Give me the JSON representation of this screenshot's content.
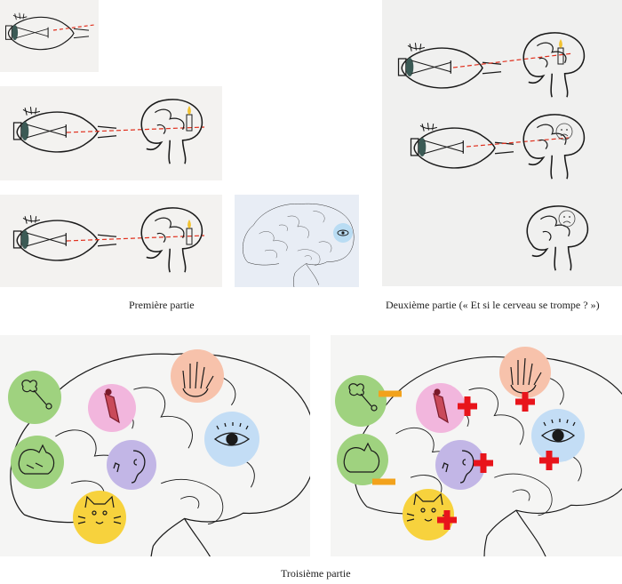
{
  "captions": {
    "part1": "Première partie",
    "part2": "Deuxième partie (« Et si le cerveau se trompe ? »)",
    "part3": "Troisième partie"
  },
  "colors": {
    "panel_bg": "#f3f2f0",
    "ink": "#1a1a1a",
    "light_ray": "#e0301e",
    "flame": "#f2c230",
    "plus": "#e8141b",
    "minus": "#f2a21c",
    "disc_green": "#9fd27f",
    "disc_pink": "#f2b6dd",
    "disc_peach": "#f7c2ab",
    "disc_blue": "#c3ddf5",
    "disc_purple": "#c2b6e6",
    "disc_yellow": "#f7d23d",
    "eye_disc": "#b9dcf3"
  },
  "icons": {
    "part1_panels": [
      "eye-icon",
      "brain-icon",
      "candle-icon",
      "eye-disc-icon"
    ],
    "part2_panels": [
      "eye-icon",
      "brain-icon",
      "candle-icon",
      "sad-face-icon"
    ],
    "part3_discs": [
      "flower-smell-icon",
      "cat-silhouette-icon",
      "hand-icon",
      "ear-icon",
      "eye-icon",
      "cat-face-icon"
    ],
    "part3_badges": [
      "minus-icon",
      "plus-icon"
    ]
  }
}
